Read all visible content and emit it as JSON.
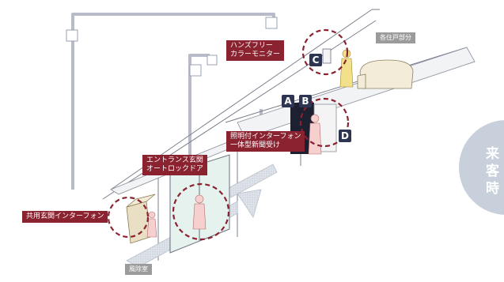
{
  "colors": {
    "accent": "#8a2230",
    "badge": "#2e3552",
    "tag": "#9b9b9b",
    "circle": "#c8d0dc",
    "wire": "#b8bcc8"
  },
  "labels": {
    "hands_free": "ハンズフリー\nカラーモニター",
    "each_room": "各住戸部分",
    "lit_intercom": "照明付インターフォン\n一体型新聞受け",
    "entrance": "エントランス玄関\nオートロックドア",
    "shared_intercom": "共用玄関インターフォン",
    "windbreak": "風除室"
  },
  "badges": [
    "A",
    "B",
    "C",
    "D"
  ],
  "side_circle_text": [
    "来",
    "客",
    "時"
  ]
}
